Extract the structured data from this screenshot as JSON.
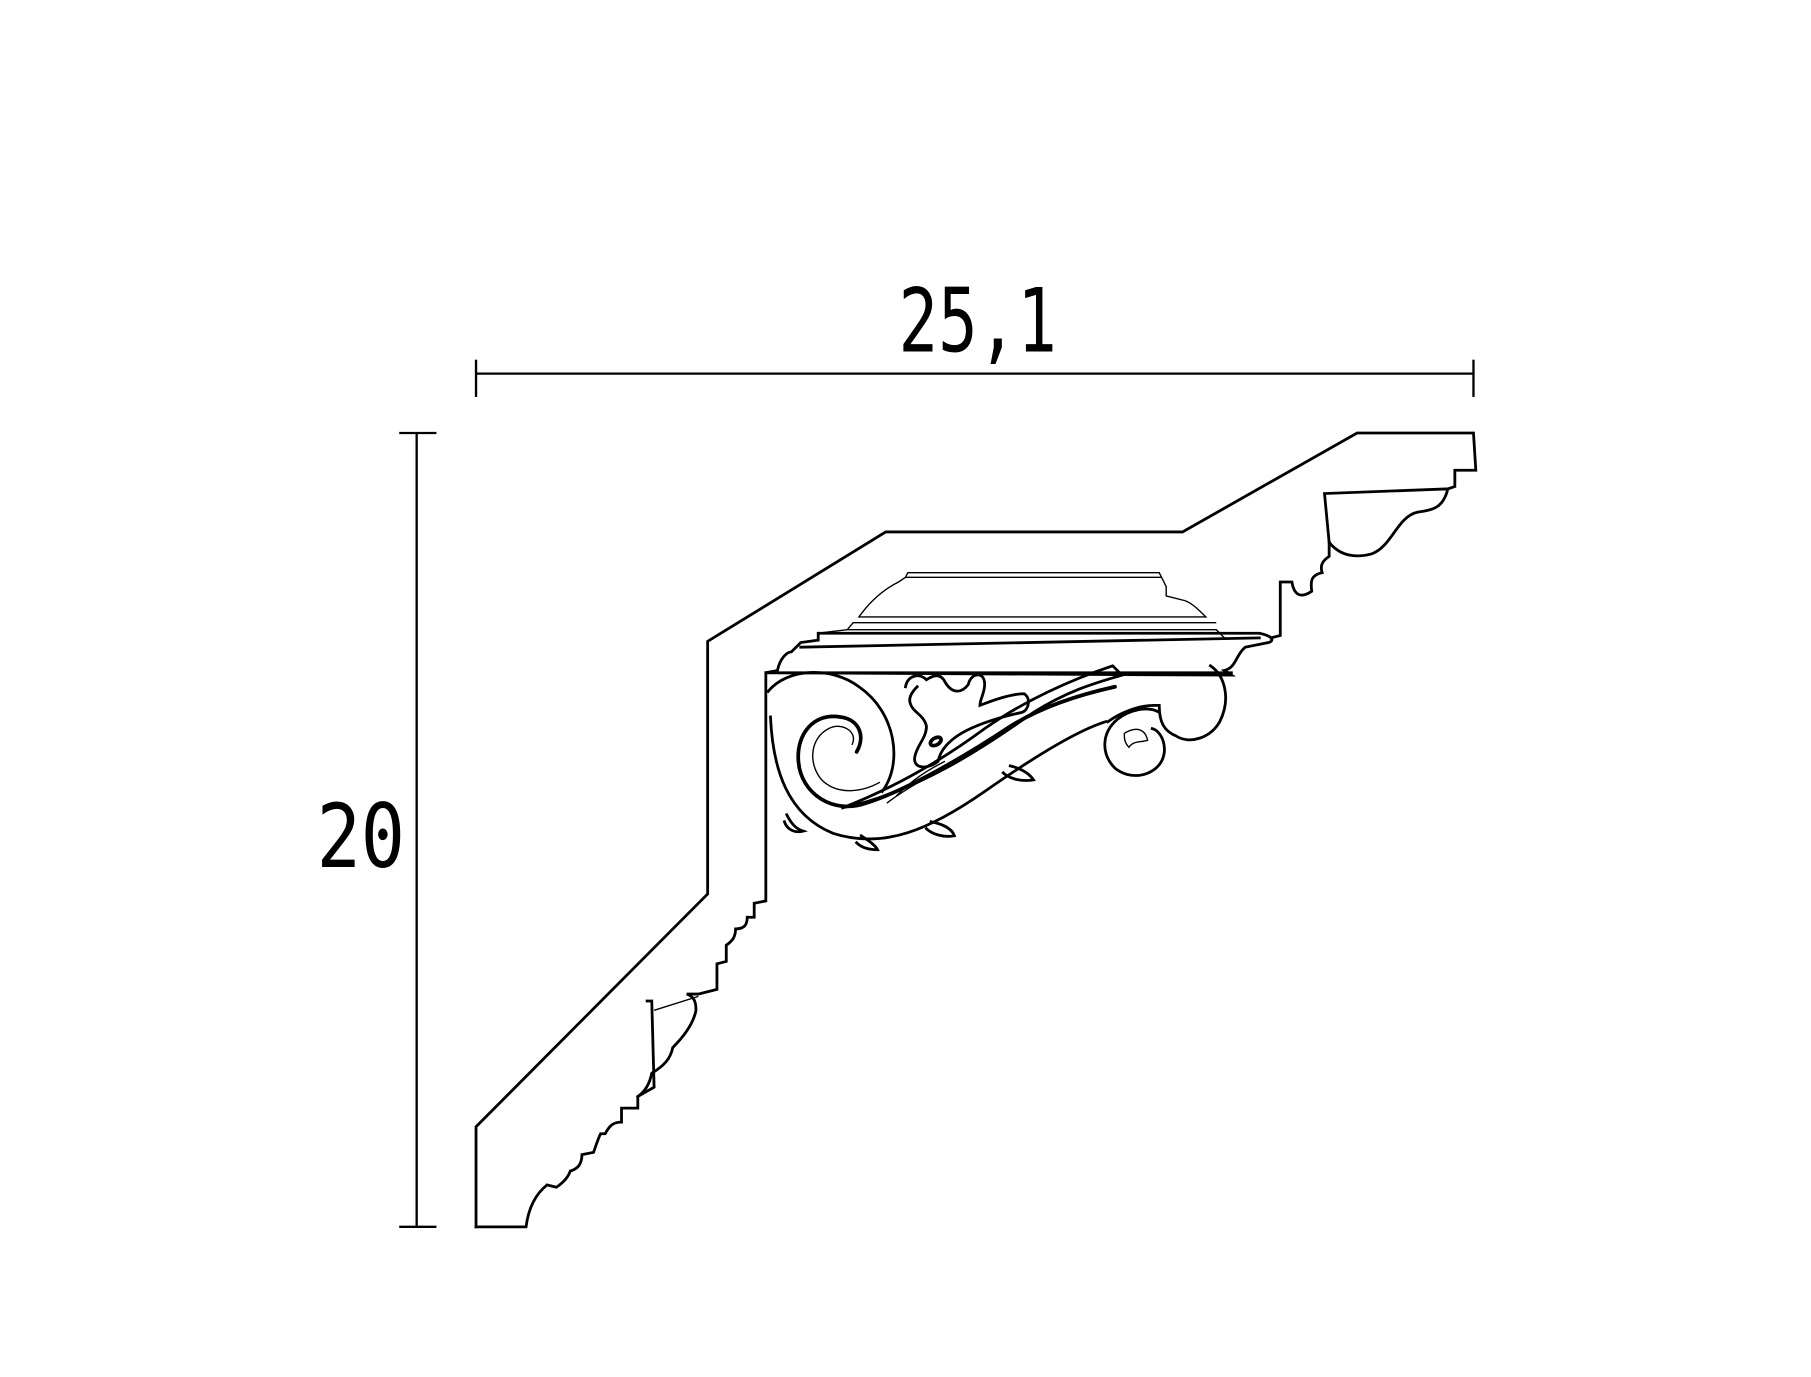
{
  "drawing": {
    "subject": "cornice-molding-profile",
    "stroke_color": "#000000",
    "background_color": "#ffffff"
  },
  "dimensions": {
    "width": {
      "label": "25,1"
    },
    "height": {
      "label": "20"
    }
  }
}
